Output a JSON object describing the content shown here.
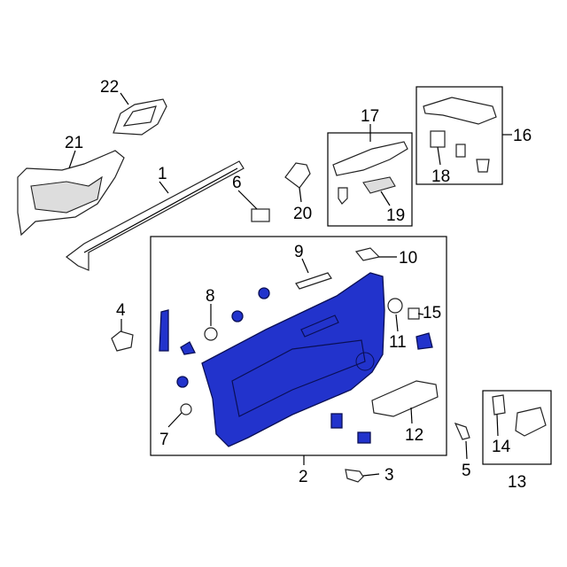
{
  "diagram": {
    "title": "Door trim panel parts diagram",
    "highlight_color": "#2233cc",
    "callouts": [
      {
        "id": "c1",
        "label": "1"
      },
      {
        "id": "c2",
        "label": "2"
      },
      {
        "id": "c3",
        "label": "3"
      },
      {
        "id": "c4",
        "label": "4"
      },
      {
        "id": "c5",
        "label": "5"
      },
      {
        "id": "c6",
        "label": "6"
      },
      {
        "id": "c7",
        "label": "7"
      },
      {
        "id": "c8",
        "label": "8"
      },
      {
        "id": "c9",
        "label": "9"
      },
      {
        "id": "c10",
        "label": "10"
      },
      {
        "id": "c11",
        "label": "11"
      },
      {
        "id": "c12",
        "label": "12"
      },
      {
        "id": "c13",
        "label": "13"
      },
      {
        "id": "c14",
        "label": "14"
      },
      {
        "id": "c15",
        "label": "15"
      },
      {
        "id": "c16",
        "label": "16"
      },
      {
        "id": "c17",
        "label": "17"
      },
      {
        "id": "c18",
        "label": "18"
      },
      {
        "id": "c19",
        "label": "19"
      },
      {
        "id": "c20",
        "label": "20"
      },
      {
        "id": "c21",
        "label": "21"
      },
      {
        "id": "c22",
        "label": "22"
      }
    ]
  }
}
